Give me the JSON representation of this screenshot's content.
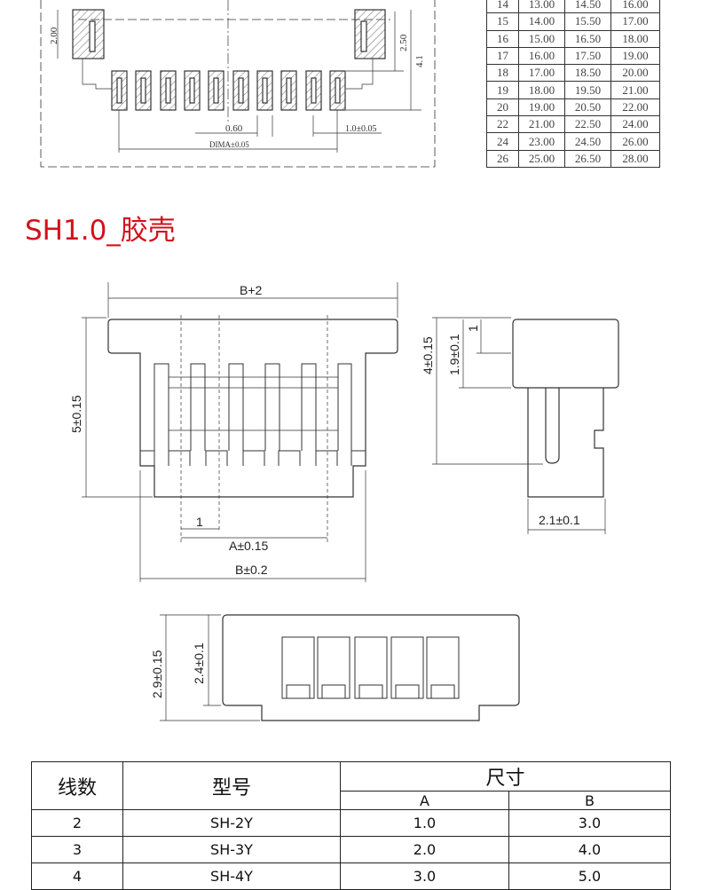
{
  "footprint_drawing": {
    "dims": {
      "pad_height": "2.00",
      "pad_offset": "2.50",
      "total_depth": "4.1",
      "pad_width": "0.60",
      "pitch": "1.0±0.05",
      "span": "DIMA±0.05"
    }
  },
  "pin_table": {
    "rows": [
      [
        "14",
        "13.00",
        "14.50",
        "16.00"
      ],
      [
        "15",
        "14.00",
        "15.50",
        "17.00"
      ],
      [
        "16",
        "15.00",
        "16.50",
        "18.00"
      ],
      [
        "17",
        "16.00",
        "17.50",
        "19.00"
      ],
      [
        "18",
        "17.00",
        "18.50",
        "20.00"
      ],
      [
        "19",
        "18.00",
        "19.50",
        "21.00"
      ],
      [
        "20",
        "19.00",
        "20.50",
        "22.00"
      ],
      [
        "22",
        "21.00",
        "22.50",
        "24.00"
      ],
      [
        "24",
        "23.00",
        "24.50",
        "26.00"
      ],
      [
        "26",
        "25.00",
        "26.50",
        "28.00"
      ]
    ]
  },
  "section_title": "SH1.0_胶壳",
  "housing_front": {
    "dims": {
      "top": "B+2",
      "height": "5±0.15",
      "pitch": "1",
      "a": "A±0.15",
      "b": "B±0.2"
    }
  },
  "housing_side": {
    "dims": {
      "height": "4±0.15",
      "mid": "1.9±0.1",
      "small": "1",
      "width": "2.1±0.1"
    }
  },
  "housing_bottom": {
    "dims": {
      "outer": "2.9±0.15",
      "inner": "2.4±0.1"
    }
  },
  "spec_table": {
    "headers": {
      "wires": "线数",
      "model": "型号",
      "size": "尺寸",
      "a": "A",
      "b": "B"
    },
    "rows": [
      [
        "2",
        "SH-2Y",
        "1.0",
        "3.0"
      ],
      [
        "3",
        "SH-3Y",
        "2.0",
        "4.0"
      ],
      [
        "4",
        "SH-4Y",
        "3.0",
        "5.0"
      ]
    ]
  },
  "colors": {
    "title": "#d3101c",
    "line": "#333333"
  }
}
